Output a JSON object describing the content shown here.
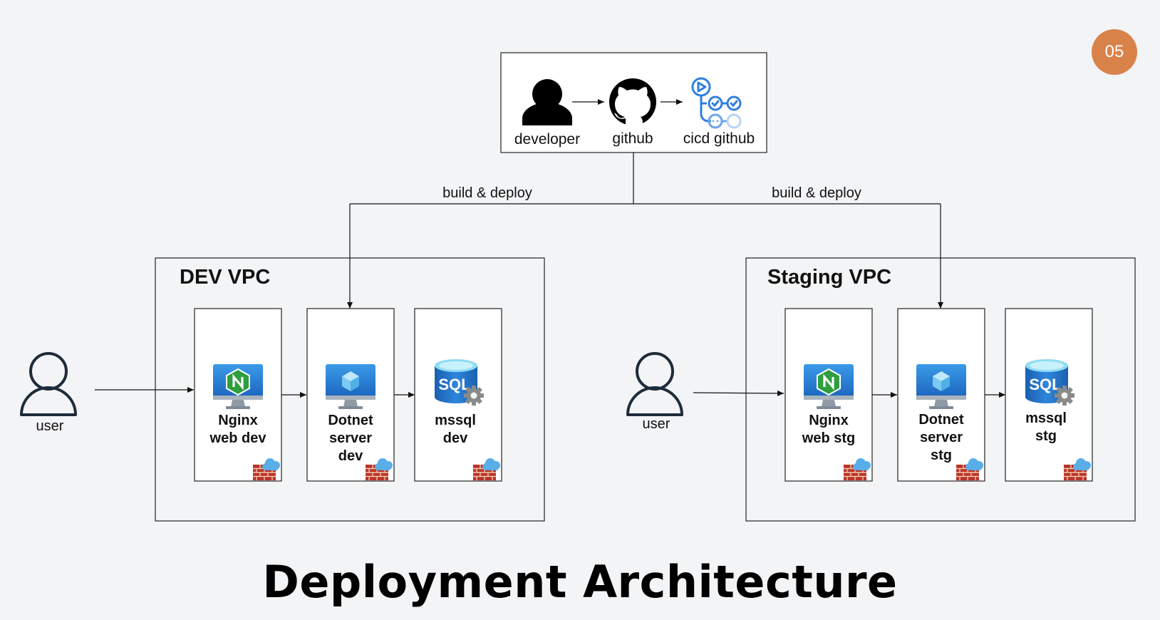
{
  "page_number": "05",
  "title": "Deployment Architecture",
  "pipeline": {
    "developer": "developer",
    "github": "github",
    "cicd": "cicd github"
  },
  "edges": {
    "build_dev": "build & deploy",
    "build_stg": "build & deploy"
  },
  "dev": {
    "vpc_title": "DEV VPC",
    "user": "user",
    "nginx": [
      "Nginx",
      "web dev"
    ],
    "dotnet": [
      "Dotnet",
      "server",
      "dev"
    ],
    "mssql": [
      "mssql",
      "dev"
    ]
  },
  "staging": {
    "vpc_title": "Staging VPC",
    "user": "user",
    "nginx": [
      "Nginx",
      "web stg"
    ],
    "dotnet": [
      "Dotnet",
      "server",
      "stg"
    ],
    "mssql": [
      "mssql",
      "stg"
    ]
  },
  "icons": {
    "sql_text": "SQL",
    "nginx_letter": "N"
  },
  "colors": {
    "badge": "#d9824a",
    "azure_blue": "#1e73c8",
    "cicd_blue": "#2f7fe0",
    "firewall_red": "#c0392b",
    "cloud_blue": "#5aaee8"
  }
}
